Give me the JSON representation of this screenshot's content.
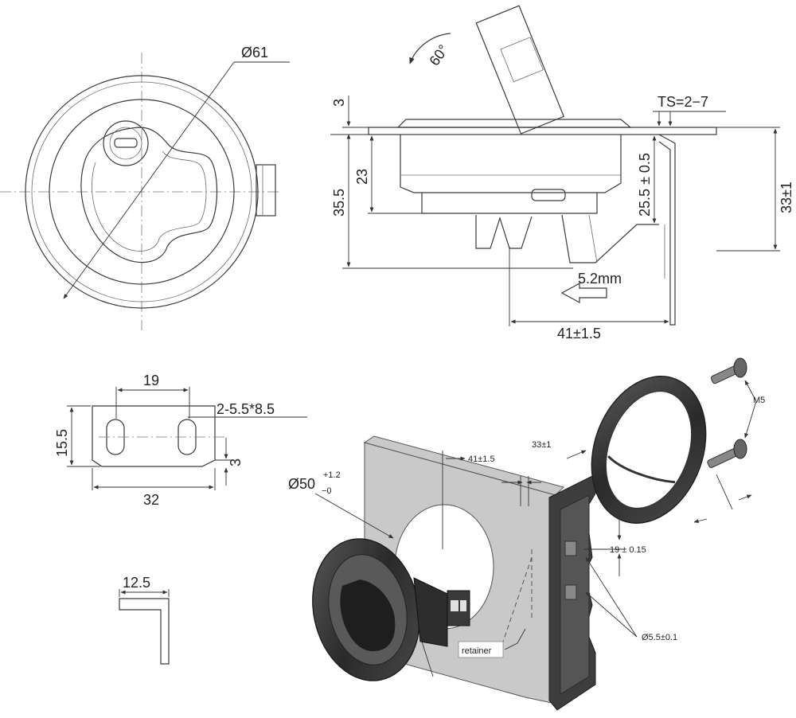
{
  "labels": {
    "dia_61": "Ø61",
    "angle_60": "60°",
    "ts": "TS=2−7",
    "dim_3_top": "3",
    "dim_23": "23",
    "dim_35_5": "35.5",
    "dim_25_5": "25.5 ± 0.5",
    "dim_33": "33±1",
    "dim_5_2": "5.2mm",
    "dim_41": "41±1.5",
    "dim_19": "19",
    "slots": "2-5.5*8.5",
    "dim_15_5": "15.5",
    "dim_3_small": "3",
    "dim_32": "32",
    "dim_12_5": "12.5",
    "dia_50_main": "Ø50",
    "dia_50_tol_plus": "+1.2",
    "dia_50_tol_minus": "−0",
    "iso_41": "41±1.5",
    "iso_33": "33±1",
    "m5": "M5",
    "iso_19": "19 ± 0.15",
    "iso_5_5": "Ø5.5±0.1",
    "retainer": "retainer"
  }
}
